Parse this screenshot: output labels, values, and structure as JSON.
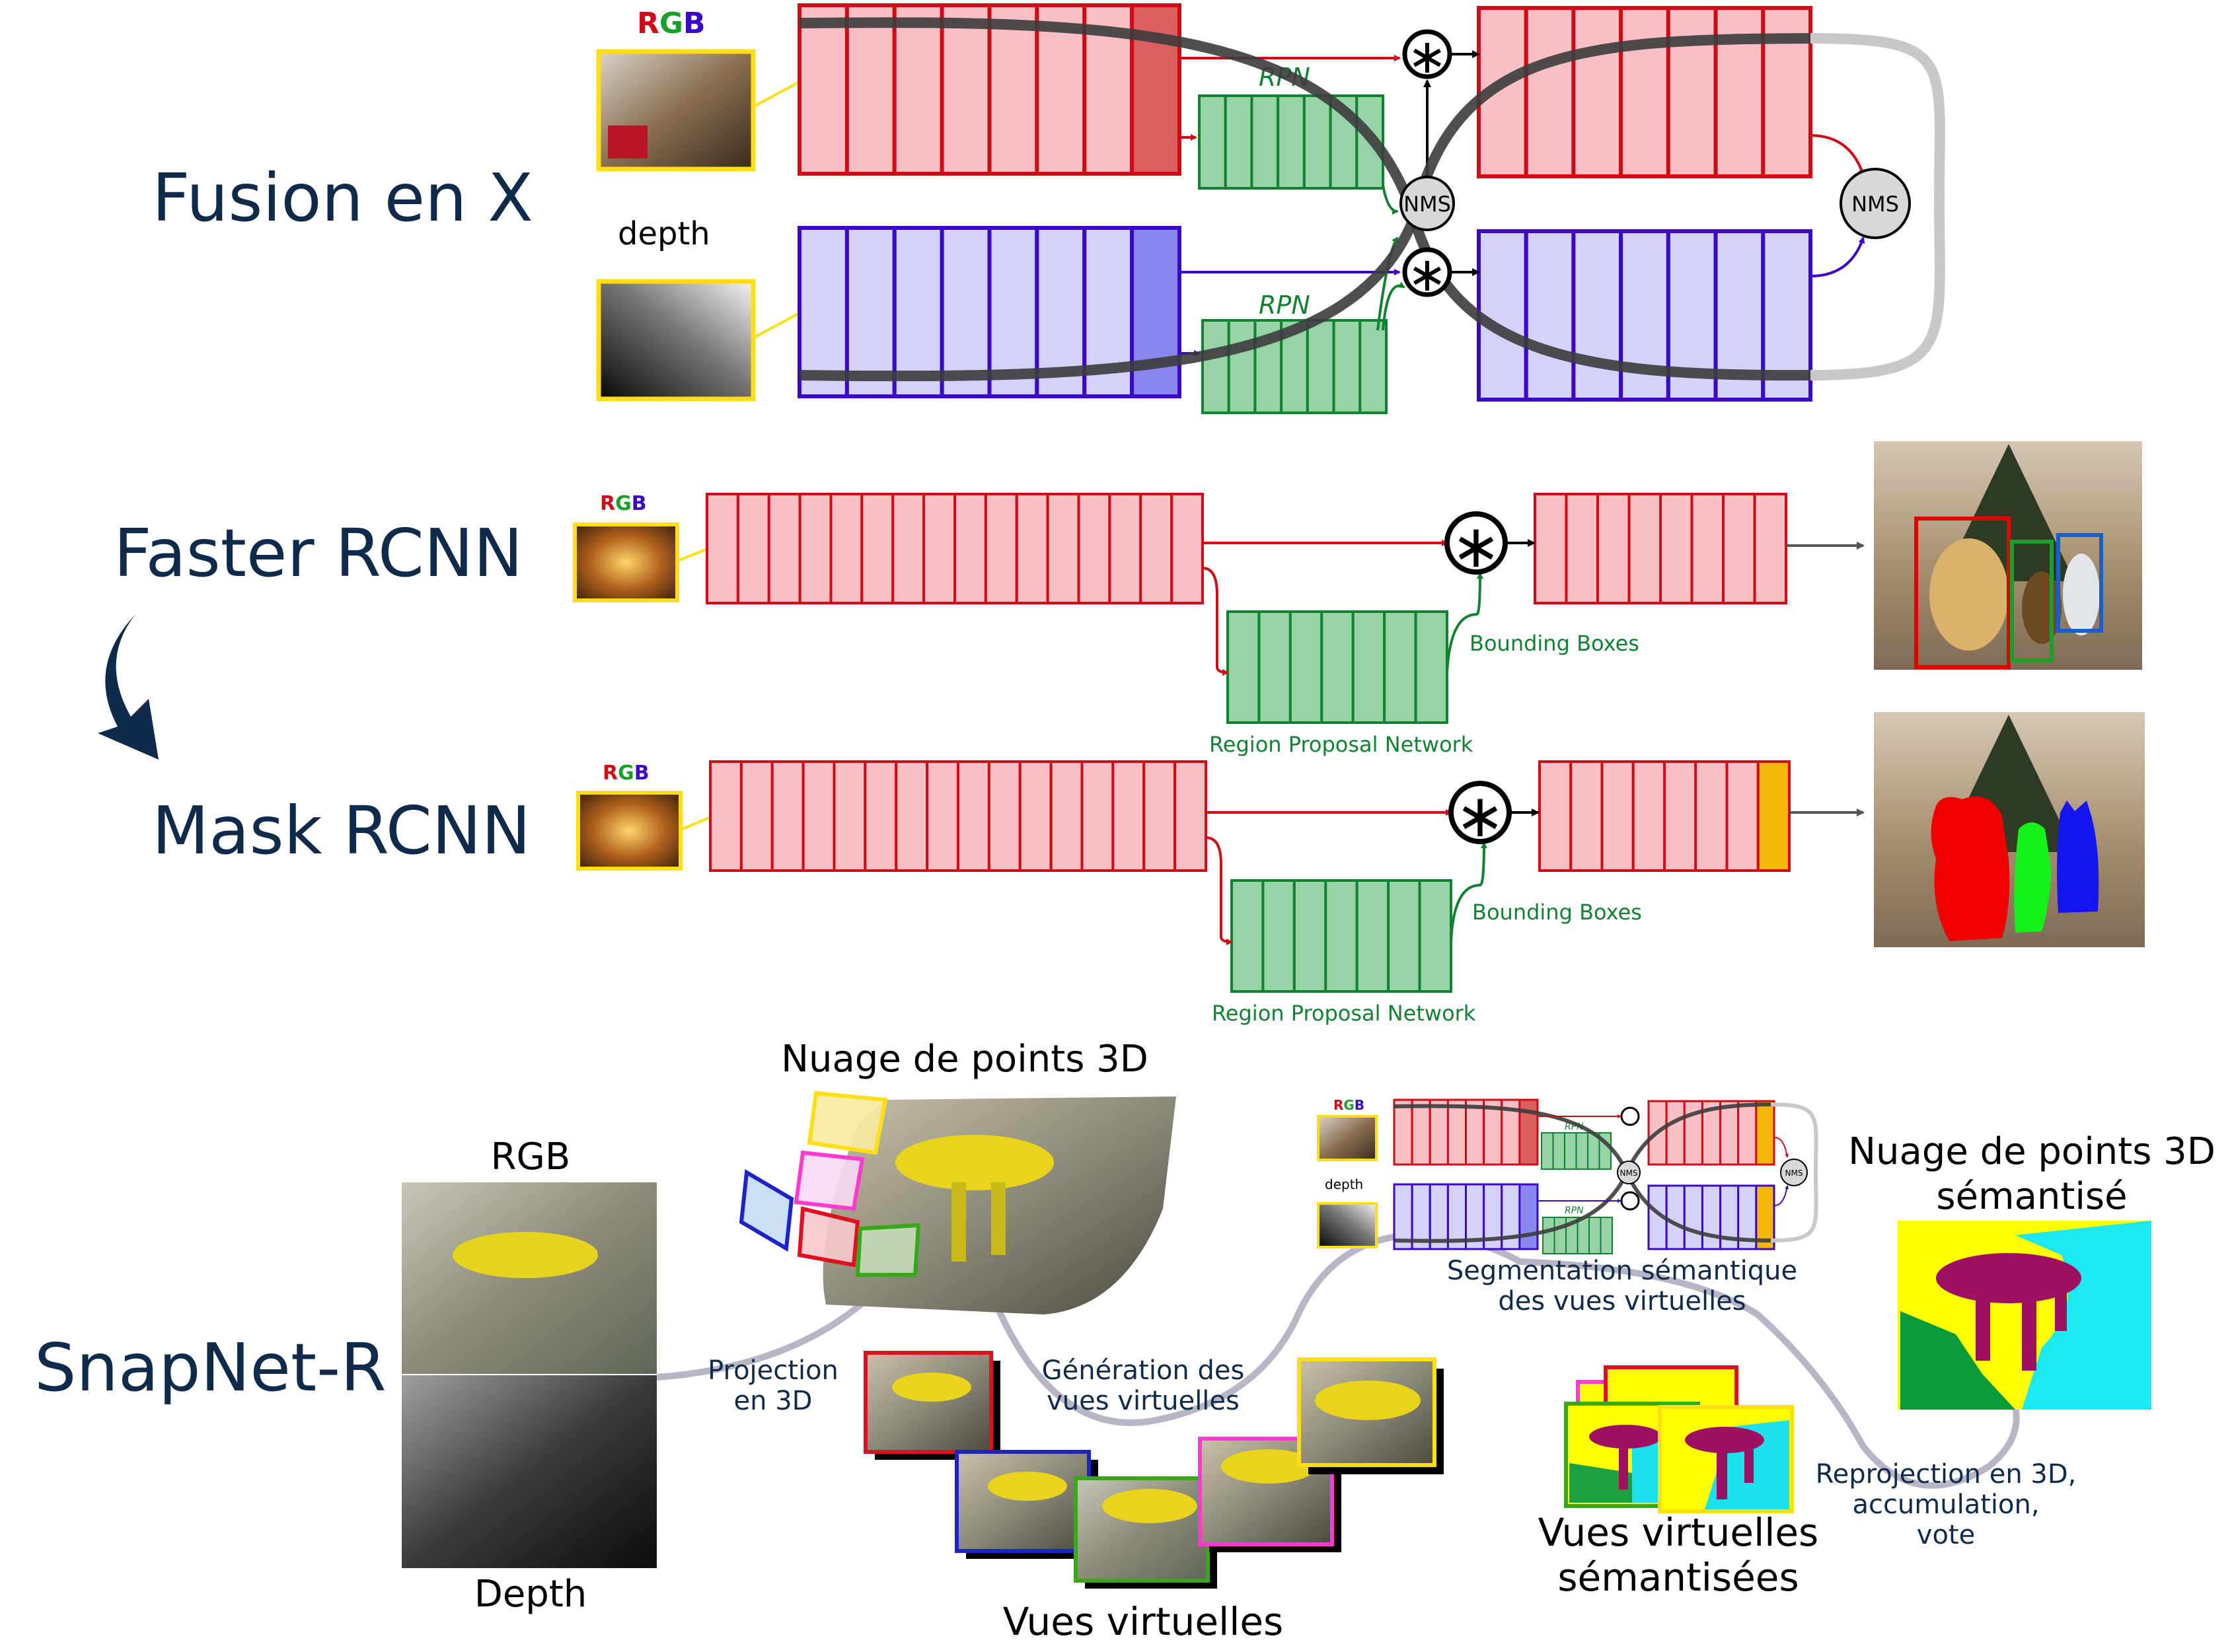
{
  "colors": {
    "title": "#0f2a4a",
    "red_fill": "#f8c0c4",
    "red_stroke": "#d00b16",
    "red_dark": "#d9605f",
    "blue_fill": "#d4d2fa",
    "blue_stroke": "#3b07c9",
    "blue_dark": "#8888f0",
    "green_fill": "#96d3a5",
    "green_stroke": "#118232",
    "yellow": "#ffde14",
    "orange": "#f2b70a",
    "path_dark": "#3c3c3c",
    "path_light": "#c8c8c8"
  },
  "fusion": {
    "title": "Fusion en X",
    "rgb_letters": [
      "R",
      "G",
      "B"
    ],
    "depth_label": "depth",
    "rpn_label": "RPN",
    "nms_label": "NMS",
    "operator": "∗"
  },
  "faster": {
    "title": "Faster RCNN",
    "rgb_letters": [
      "R",
      "G",
      "B"
    ],
    "bbox_label": "Bounding Boxes",
    "rpn_label": "Region Proposal Network",
    "operator": "∗"
  },
  "mask": {
    "title": "Mask RCNN",
    "rgb_letters": [
      "R",
      "G",
      "B"
    ],
    "bbox_label": "Bounding Boxes",
    "rpn_label": "Region Proposal Network",
    "operator": "∗"
  },
  "snapnet": {
    "title": "SnapNet-R",
    "rgb_label": "RGB",
    "depth_label": "Depth",
    "cloud_label": "Nuage de points 3D",
    "projection_label_1": "Projection",
    "projection_label_2": "en 3D",
    "generation_label_1": "Génération des",
    "generation_label_2": "vues virtuelles",
    "virtual_views_label": "Vues virtuelles",
    "segmentation_label_1": "Segmentation sémantique",
    "segmentation_label_2": "des vues virtuelles",
    "semantic_views_label_1": "Vues virtuelles",
    "semantic_views_label_2": "sémantisées",
    "reprojection_label_1": "Reprojection en 3D,",
    "reprojection_label_2": "accumulation,",
    "reprojection_label_3": "vote",
    "semantic_cloud_label_1": "Nuage de points 3D",
    "semantic_cloud_label_2": "sémantisé",
    "mini_depth_label": "depth",
    "mini_rgb_letters": [
      "R",
      "G",
      "B"
    ],
    "mini_rpn_label": "RPN",
    "mini_nms_label": "NMS"
  }
}
